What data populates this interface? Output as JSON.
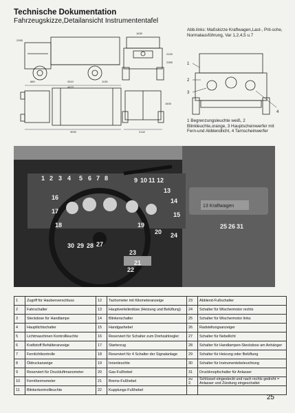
{
  "header": {
    "title": "Technische Dokumentation",
    "subtitle": "Fahrzeugskizze,Detailansicht Instrumententafel"
  },
  "sketch_caption": "Abb.links: Maßskizze Kraftwagen,Last-, Prit-sche, Normalausführung, Var 1,2,4,5 u.7",
  "sketch_dimensions": [
    "2265",
    "880",
    "2510",
    "4623",
    "1135",
    "1630",
    "2100",
    "2355",
    "3000",
    "2142",
    "1605"
  ],
  "callout_labels_front": [
    "1",
    "2",
    "3",
    "4"
  ],
  "front_caption": "1 Begrenzungsleuchte weiß, 2 Blinkleuchte,orange, 3 Hauptscheinwerfer mit Fern-und Abblendlicht, 4 Tarnscheinwerfer",
  "photo_callouts": [
    "1",
    "2",
    "3",
    "4",
    "5",
    "6",
    "7",
    "8",
    "9",
    "10",
    "11",
    "12",
    "13",
    "14",
    "15",
    "16",
    "17",
    "18",
    "19",
    "20",
    "21",
    "22",
    "23",
    "24",
    "25",
    "26",
    "27",
    "28",
    "29",
    "30",
    "31"
  ],
  "photo_plate": "13 Kraftwagen",
  "legend_rows": [
    [
      {
        "n": "1",
        "t": "Zugriff für Haubenverschluss"
      },
      {
        "n": "12",
        "t": "Tachometer mit Kilometeranzeige"
      },
      {
        "n": "23",
        "t": "Abblend-Fußschalter"
      }
    ],
    [
      {
        "n": "2",
        "t": "Fahrschalter"
      },
      {
        "n": "13",
        "t": "Hauptverteilerdüse (Heizung und Belüftung)"
      },
      {
        "n": "24",
        "t": "Schalter für Wischermotor rechts"
      }
    ],
    [
      {
        "n": "3",
        "t": "Steckdose für Handlampe"
      },
      {
        "n": "14",
        "t": "Blinkerschalter"
      },
      {
        "n": "25",
        "t": "Schalter für Wischermotor links"
      }
    ],
    [
      {
        "n": "4",
        "t": "Hauptlichtschalter"
      },
      {
        "n": "15",
        "t": "Handgashebel"
      },
      {
        "n": "26",
        "t": "Radstellungsanzeiger"
      }
    ],
    [
      {
        "n": "5",
        "t": "Lichtmaschinen Kontrollleuchte"
      },
      {
        "n": "16",
        "t": "Reserviert für Schalter zum Drehzahlregler"
      },
      {
        "n": "27",
        "t": "Schalter für Nebellicht"
      }
    ],
    [
      {
        "n": "6",
        "t": "Kraftstoff Behälteranzeige"
      },
      {
        "n": "17",
        "t": "Starterzug"
      },
      {
        "n": "28",
        "t": "Schalter für Handlampen-Steckdose am Anhänger"
      }
    ],
    [
      {
        "n": "7",
        "t": "Fernlichtkontrolle"
      },
      {
        "n": "18",
        "t": "Reserviert für 4 Schalter der Signalanlage"
      },
      {
        "n": "29",
        "t": "Schalter für Heizung oder Belüftung"
      }
    ],
    [
      {
        "n": "8",
        "t": "Öldruckanzeige"
      },
      {
        "n": "19",
        "t": "Innenleuchte"
      },
      {
        "n": "30",
        "t": "Schalter für Instrumentebeleuchtung"
      }
    ],
    [
      {
        "n": "9",
        "t": "Reserviert für Druckluftmanometer"
      },
      {
        "n": "20",
        "t": "Gas-Fußhebel"
      },
      {
        "n": "31",
        "t": "Druckknopfschalter für Anlasser"
      }
    ],
    [
      {
        "n": "10",
        "t": "Fernthermometer"
      },
      {
        "n": "21",
        "t": "Brems-Fußhebel"
      },
      {
        "n": "zu 2.",
        "t": "Schlüssel eingesteckt und nach rechts gedreht = Anlasser und Zündung eingeschaltet"
      }
    ],
    [
      {
        "n": "11",
        "t": "Blinkerkontrollleuchte"
      },
      {
        "n": "22",
        "t": "Kupplungs-Fußhebel"
      },
      {
        "n": "",
        "t": ""
      }
    ]
  ],
  "page_number": "25"
}
